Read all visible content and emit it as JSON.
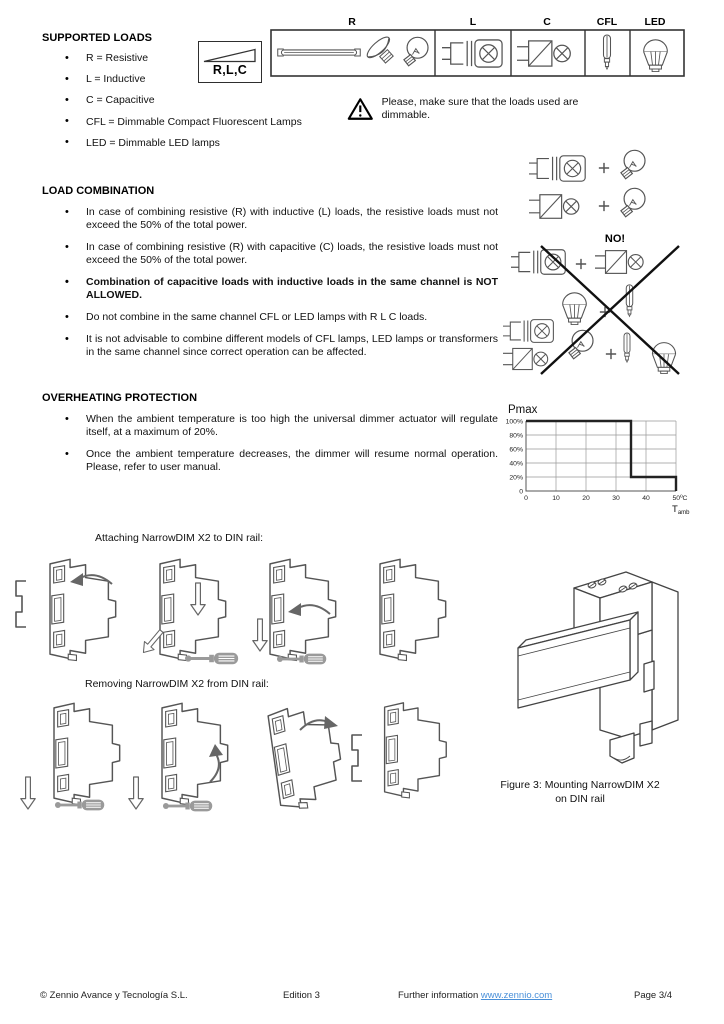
{
  "accent_link_color": "#4a90d9",
  "supported_loads": {
    "title": "SUPPORTED LOADS",
    "items": [
      "R = Resistive",
      "L = Inductive",
      "C = Capacitive",
      "CFL = Dimmable Compact Fluorescent Lamps",
      "LED = Dimmable LED lamps"
    ],
    "rlc_box_label": "R,L,C",
    "load_labels": [
      "R",
      "L",
      "C",
      "CFL",
      "LED"
    ]
  },
  "warning": {
    "text": "Please, make sure that the loads used are dimmable."
  },
  "load_combination": {
    "title": "LOAD COMBINATION",
    "no_label": "NO!",
    "items": [
      "In case of combining resistive (R) with inductive (L) loads, the resistive loads must not exceed the 50% of the total power.",
      "In case of combining resistive (R) with capacitive (C) loads, the resistive loads must not exceed the 50% of the total power.",
      "Combination of capacitive loads with inductive loads in the same channel is NOT ALLOWED.",
      "Do not combine in the same channel CFL or LED lamps with R L C loads.",
      "It is not advisable to combine different models of CFL lamps, LED lamps or transformers in the same channel since correct operation can be affected."
    ]
  },
  "overheating": {
    "title": "OVERHEATING PROTECTION",
    "items": [
      "When the ambient temperature is too high the universal dimmer actuator will regulate itself, at a maximum of 20%.",
      "Once the ambient temperature decreases, the dimmer will resume normal operation. Please, refer to user manual."
    ]
  },
  "chart_data": {
    "type": "line",
    "title": "Pmax",
    "x": [
      0,
      35,
      35,
      50,
      50
    ],
    "y": [
      100,
      100,
      20,
      20,
      0
    ],
    "xlim": [
      0,
      50
    ],
    "ylim": [
      0,
      100
    ],
    "x_ticks": [
      "0",
      "10",
      "20",
      "30",
      "40",
      "50ºC"
    ],
    "y_ticks": [
      "100%",
      "80%",
      "60%",
      "40%",
      "20%",
      "0"
    ],
    "xlabel_main": "T",
    "xlabel_sub": "amb",
    "grid": true,
    "legend": false
  },
  "mounting": {
    "attach_label": "Attaching NarrowDIM X2 to DIN rail:",
    "remove_label": "Removing NarrowDIM X2 from DIN rail:",
    "figure_caption_line1": "Figure 3: Mounting NarrowDIM X2",
    "figure_caption_line2": "on DIN rail"
  },
  "footer": {
    "copyright": "© Zennio Avance y Tecnología S.L.",
    "edition": "Edition 3",
    "further_prefix": "Further information ",
    "link": "www.zennio.com",
    "page": "Page 3/4"
  }
}
